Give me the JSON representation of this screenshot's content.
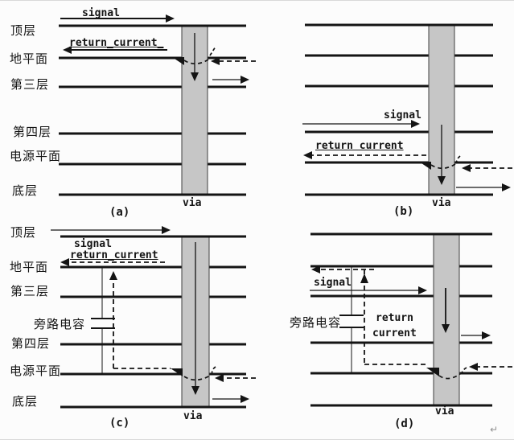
{
  "figure": {
    "background": "#fcfcfc",
    "line_color": "#141414",
    "via_fill": "#c6c6c6",
    "via_edge": "#3f3f3f"
  },
  "panel_a": {
    "caption": "(a)",
    "signal_label": "signal",
    "return_label": "return_current_",
    "via_label": "via",
    "layer_labels": [
      "顶层",
      "地平面",
      "第三层",
      "第四层",
      "电源平面",
      "底层"
    ]
  },
  "panel_b": {
    "caption": "(b)",
    "signal_label": "signal",
    "return_label": "return current",
    "via_label": "via"
  },
  "panel_c": {
    "caption": "(c)",
    "signal_label": "signal",
    "return_label": "return_current",
    "capacitor_label": "旁路电容",
    "via_label": "via",
    "layer_labels": [
      "顶层",
      "地平面",
      "第三层",
      "第四层",
      "电源平面",
      "底层"
    ]
  },
  "panel_d": {
    "caption": "(d)",
    "signal_label": "signal",
    "return_label_1": "return",
    "return_label_2": "current",
    "capacitor_label": "旁路电容",
    "via_label": "via"
  },
  "footer": {
    "glyph": "↵"
  }
}
